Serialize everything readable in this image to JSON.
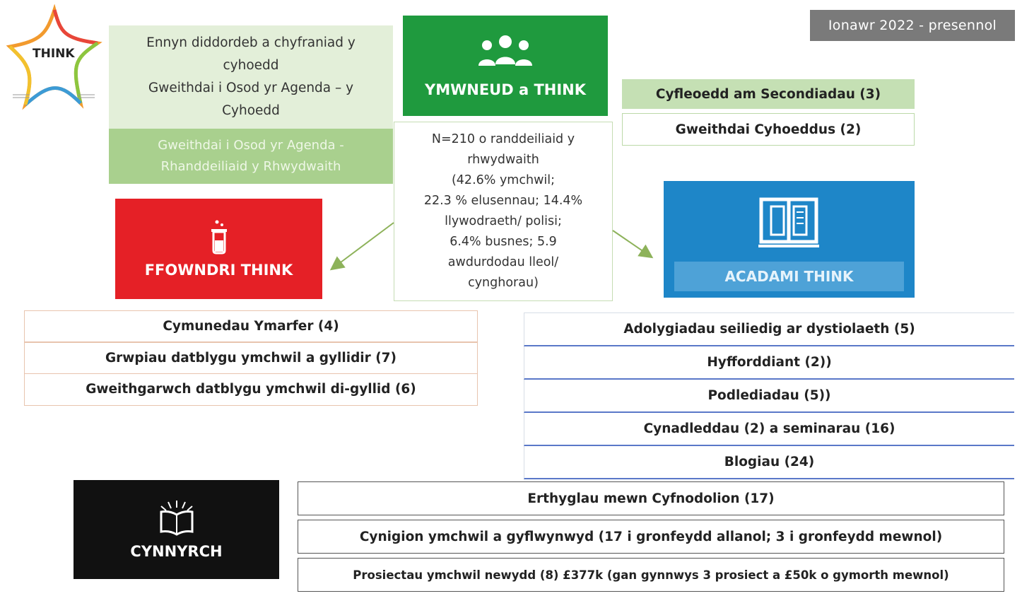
{
  "date_badge": "Ionawr 2022 - presennol",
  "logo": {
    "text": "THINK"
  },
  "public_engagement": {
    "line1": "Ennyn diddordeb a chyfraniad y",
    "line2": "cyhoedd",
    "line3": "Gweithdai i Osod yr Agenda – y",
    "line4": "Cyhoedd",
    "stakeholder_line1": "Gweithdai i Osod yr Agenda -",
    "stakeholder_line2": "Rhanddeiliaid y Rhwydwaith"
  },
  "engagement": {
    "label": "YMWNEUD a THINK",
    "icon": "people-group-icon"
  },
  "stats": {
    "line1": "N=210 o randdeiliaid y",
    "line2": "rhwydwaith",
    "line3": "(42.6% ymchwil;",
    "line4": "22.3 % elusennau; 14.4%",
    "line5": "llywodraeth/ polisi;",
    "line6": "6.4% busnes; 5.9",
    "line7": "awdurdodau lleol/",
    "line8": "cynghorau)"
  },
  "right_top": {
    "secondments": "Cyfleoedd am Secondiadau (3)",
    "public_workshops": "Gweithdai Cyhoeddus (2)"
  },
  "foundry": {
    "label": "FFOWNDRI THINK",
    "icon": "beaker-icon",
    "items": [
      "Cymunedau Ymarfer (4)",
      "Grwpiau datblygu ymchwil a gyllidir (7)",
      "Gweithgarwch datblygu ymchwil di-gyllid (6)"
    ]
  },
  "academy": {
    "label": "ACADAMI THINK",
    "icon": "book-icon",
    "items": [
      "Adolygiadau seiliedig ar dystiolaeth (5)",
      "Hyfforddiant (2))",
      "Podlediadau (5))",
      "Cynadleddau (2) a seminarau (16)",
      "Blogiau (24)"
    ]
  },
  "outputs": {
    "label": "CYNNYRCH",
    "icon": "open-book-sparkle-icon",
    "items": [
      "Erthyglau mewn Cyfnodolion (17)",
      "Cynigion ymchwil a gyflwynwyd (17 i gronfeydd allanol; 3 i gronfeydd mewnol)",
      "Prosiectau ymchwil newydd (8) £377k (gan gynnwys 3 prosiect a £50k o gymorth mewnol)"
    ]
  },
  "colors": {
    "engagement": "#1f9a3e",
    "foundry": "#e52026",
    "academy": "#1e86c8",
    "outputs": "#111111",
    "public_light": "#e3efd9",
    "public_mid": "#a9d08e",
    "arrow": "#8db25a"
  }
}
